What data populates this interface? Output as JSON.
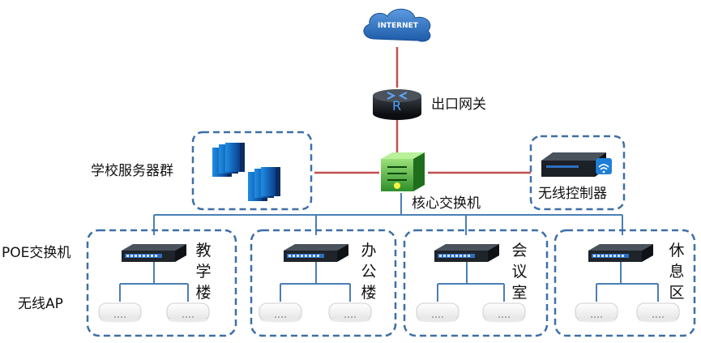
{
  "internet": {
    "label": "INTERNET"
  },
  "gateway": {
    "label": "出口网关",
    "router_letter": "R"
  },
  "core_switch": {
    "label": "核心交换机"
  },
  "server_group": {
    "label": "学校服务器群"
  },
  "wireless_controller": {
    "label": "无线控制器"
  },
  "left_labels": {
    "poe_switch": "POE交换机",
    "wireless_ap": "无线AP"
  },
  "areas": [
    {
      "id": "teaching",
      "chars": [
        "教",
        "学",
        "楼"
      ]
    },
    {
      "id": "office",
      "chars": [
        "办",
        "公",
        "楼"
      ]
    },
    {
      "id": "meeting",
      "chars": [
        "会",
        "议",
        "室"
      ]
    },
    {
      "id": "lounge",
      "chars": [
        "休",
        "息",
        "区"
      ]
    }
  ],
  "colors": {
    "uplink_red": "#c0504d",
    "trunk_blue": "#4a7fb5",
    "dashed_border": "#3e6fa8",
    "cloud_blue": "#2f6fbf",
    "switch_green": "#3fae3a"
  }
}
